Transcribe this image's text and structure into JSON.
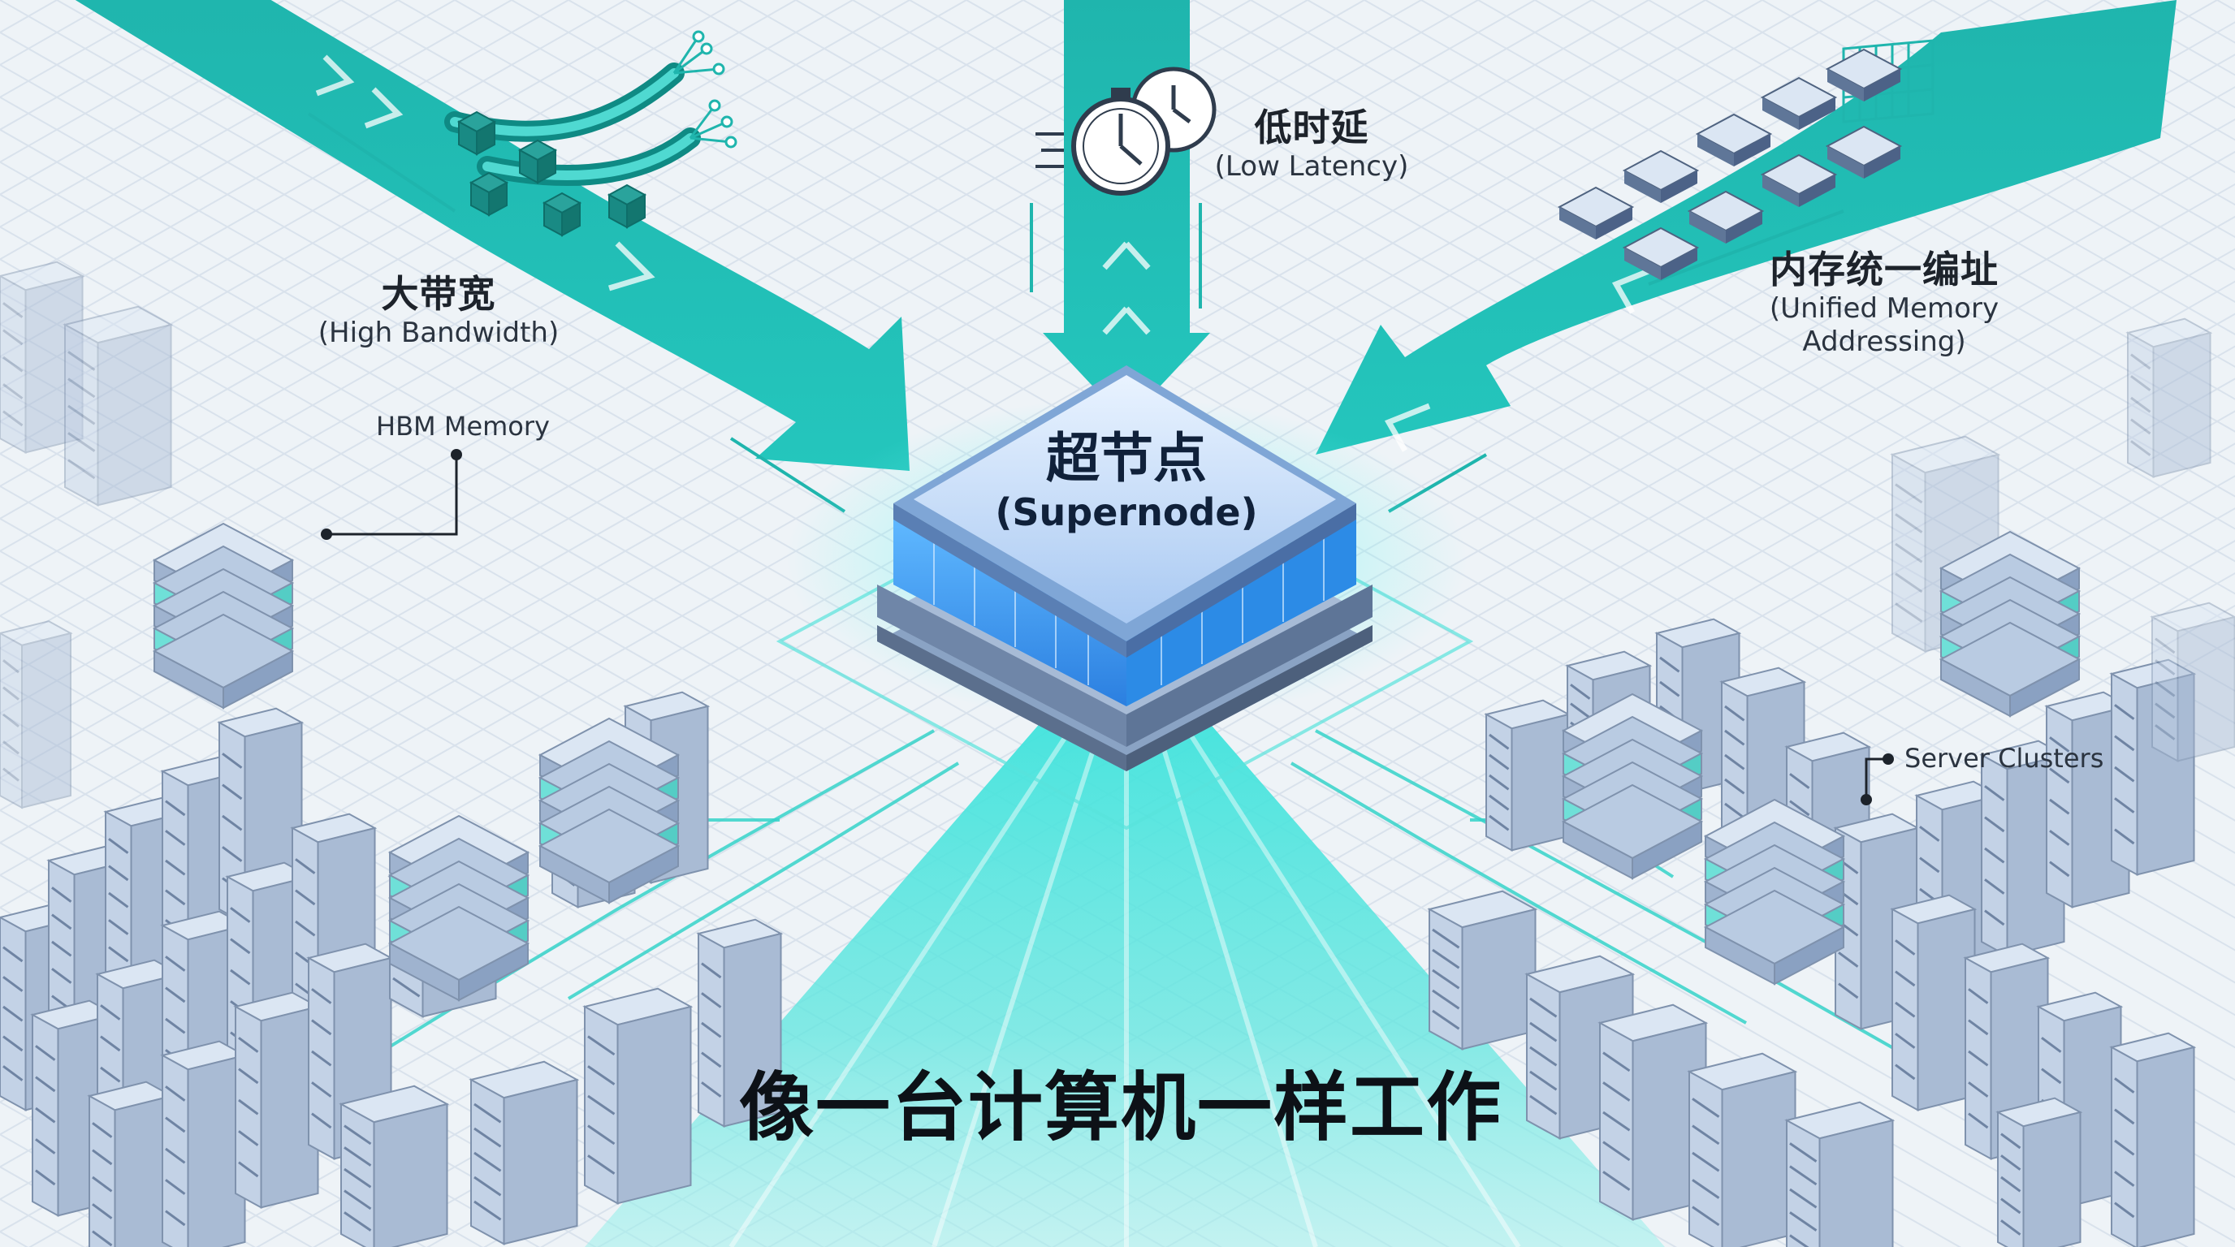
{
  "supernode": {
    "title": "超节点",
    "subtitle": "(Supernode)"
  },
  "features": {
    "bandwidth": {
      "title": "大带宽",
      "subtitle": "(High Bandwidth)"
    },
    "latency": {
      "title": "低时延",
      "subtitle": "(Low Latency)"
    },
    "memory": {
      "title": "内存统一编址",
      "subtitle_line1": "(Unified Memory",
      "subtitle_line2": "Addressing)"
    }
  },
  "callouts": {
    "hbm": "HBM Memory",
    "servers": "Server Clusters"
  },
  "tagline": "像一台计算机一样工作",
  "colors": {
    "teal": "#1fb5ad",
    "teal_dark": "#12938d",
    "glow": "#4ff0ea",
    "server_face": "#c3d2e6",
    "server_top": "#dbe6f3",
    "background": "#eef3f7"
  },
  "icons": [
    "fiber-cable-icon",
    "stopwatch-icon",
    "memory-grid-icon"
  ]
}
